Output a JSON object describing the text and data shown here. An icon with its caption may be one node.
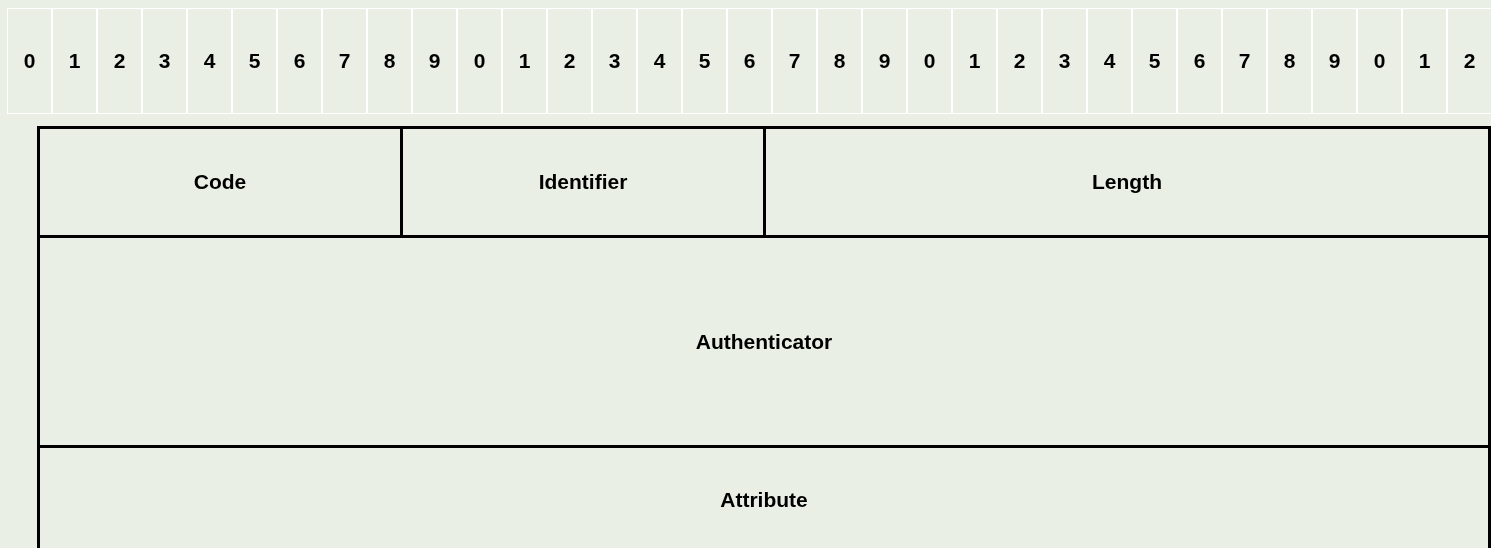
{
  "diagram": {
    "nodes": [
      {
        "text": [
          "Code"
        ]
      },
      {
        "text": [
          "Identifier"
        ]
      },
      {
        "text": [
          "Length"
        ]
      },
      {
        "text": [
          "Authenticator"
        ]
      },
      {
        "text": [
          "Attribute"
        ]
      }
    ],
    "labels": [
      "0",
      "1",
      "2",
      "3",
      "4",
      "5",
      "6",
      "7",
      "8",
      "9",
      "0",
      "1",
      "2",
      "3",
      "4",
      "5",
      "6",
      "7",
      "8",
      "9",
      "0",
      "1",
      "2",
      "3",
      "4",
      "5",
      "6",
      "7",
      "8",
      "9",
      "0",
      "1",
      "2"
    ]
  }
}
